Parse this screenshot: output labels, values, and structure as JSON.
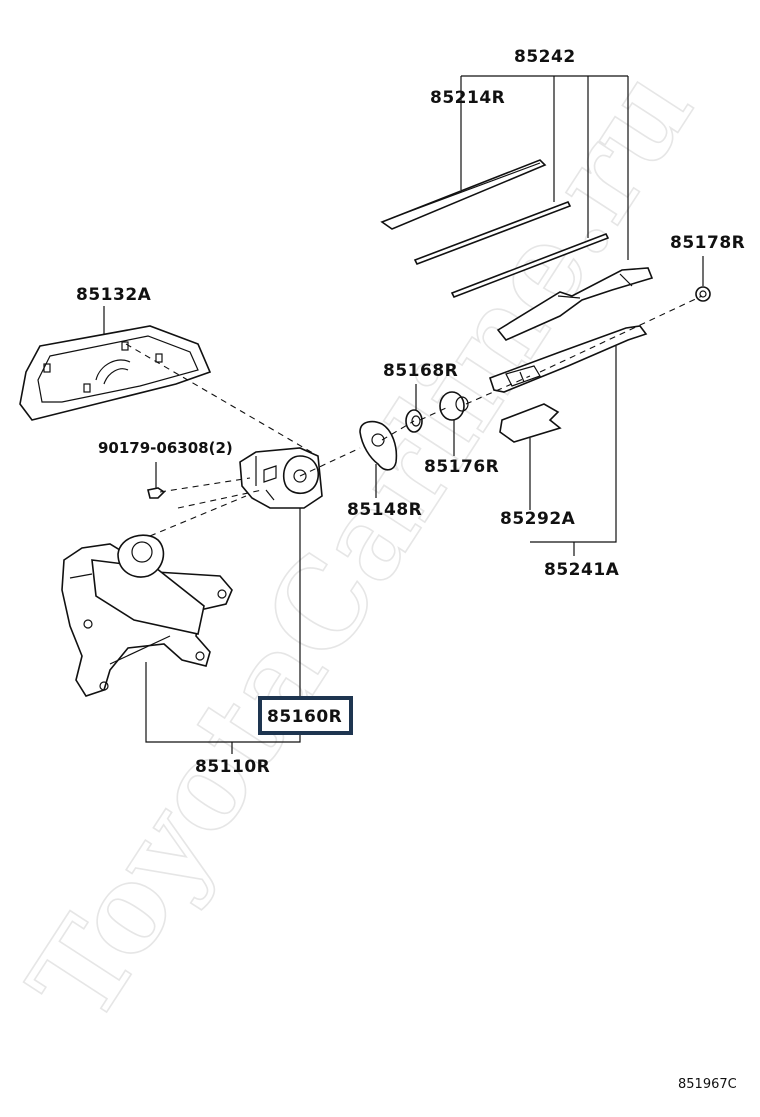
{
  "watermark": "ToyotaCarline.ru",
  "diagram_code": "851967C",
  "selected_part": "85160R",
  "labels": {
    "p85242": "85242",
    "p85214R": "85214R",
    "p85178R": "85178R",
    "p85132A": "85132A",
    "p85168R": "85168R",
    "p90179": "90179-06308(2)",
    "p85176R": "85176R",
    "p85148R": "85148R",
    "p85292A": "85292A",
    "p85241A": "85241A",
    "p85160R": "85160R",
    "p85110R": "85110R"
  }
}
